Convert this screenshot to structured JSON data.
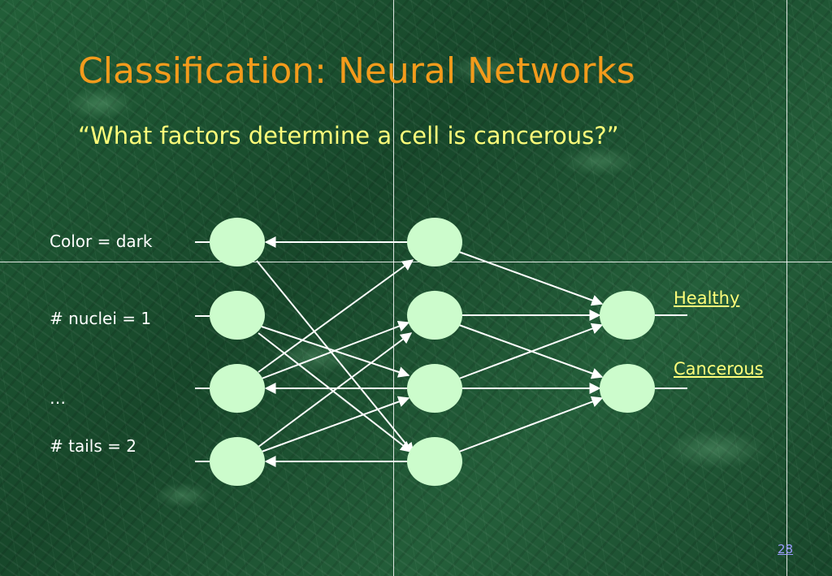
{
  "slide": {
    "title": "Classification: Neural Networks",
    "subtitle": "“What factors determine a cell is cancerous?”",
    "page_number": "28"
  },
  "inputs": [
    {
      "label": "Color = dark"
    },
    {
      "label": "# nuclei = 1"
    },
    {
      "label": "…"
    },
    {
      "label": "# tails = 2"
    }
  ],
  "outputs": [
    {
      "label": "Healthy"
    },
    {
      "label": "Cancerous"
    }
  ],
  "colors": {
    "title": "#f39b1c",
    "subtitle": "#ffff7a",
    "node_fill": "#ccfccc",
    "edge": "#ffffff",
    "page_number": "#9c9cff"
  }
}
